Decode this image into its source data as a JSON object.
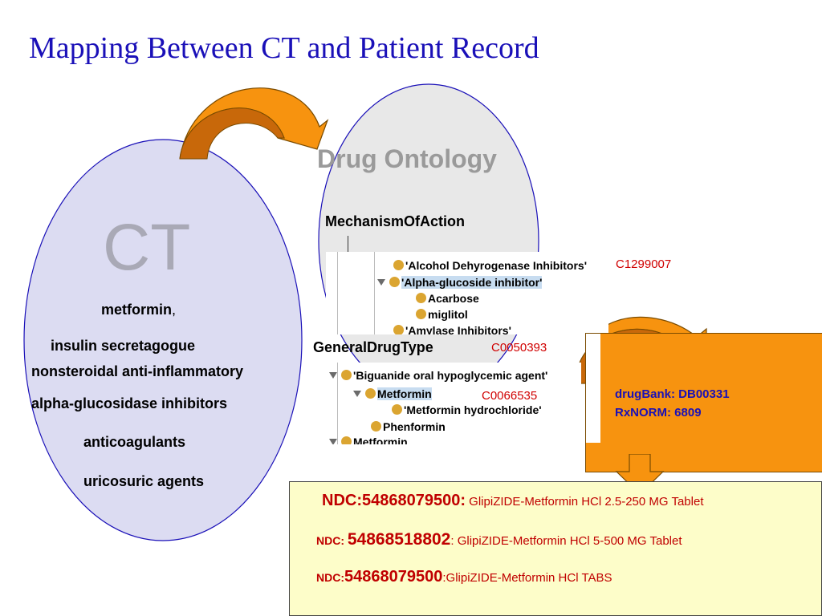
{
  "title": "Mapping Between CT and Patient Record",
  "ct": {
    "label": "CT",
    "items": [
      "metformin",
      ",",
      "insulin secretagogue",
      "nonsteroidal anti-inflammatory",
      "alpha-glucosidase inhibitors",
      "anticoagulants",
      "uricosuric agents"
    ]
  },
  "ontology": {
    "title": "Drug Ontology",
    "mechanism_label": "MechanismOfAction",
    "general_label": "GeneralDrugType",
    "tree_top": [
      "'Alcohol Dehyrogenase Inhibitors'",
      "'Alpha-glucoside inhibitor'",
      "Acarbose",
      "miglitol",
      "'Amylase Inhibitors'"
    ],
    "tree_bottom": [
      "'Biguanide oral hypoglycemic agent'",
      "Metformin",
      "'Metformin hydrochloride'",
      "Phenformin",
      "Metformin"
    ],
    "codes": {
      "alcohol": "C1299007",
      "general": "C0050393",
      "metformin": "C0066535"
    }
  },
  "db": {
    "drugbank": "drugBank: DB00331",
    "rxnorm": "RxNORM: 6809"
  },
  "ndc": [
    {
      "prefix": "NDC:",
      "code": "54868079500:",
      "desc": " GlipiZIDE-Metformin HCl 2.5-250 MG Tablet"
    },
    {
      "prefix": "NDC: ",
      "code": "54868518802",
      "desc": ":  GlipiZIDE-Metformin HCl 5-500 MG Tablet"
    },
    {
      "prefix": "NDC:",
      "code": "54868079500",
      "desc": ":GlipiZIDE-Metformin HCl TABS"
    }
  ],
  "colors": {
    "title": "#1a10b8",
    "ct_fill": "#dcdcf2",
    "arrow": "#f7930f",
    "code": "#d00000",
    "ndc_bg": "#fdfdc9"
  }
}
